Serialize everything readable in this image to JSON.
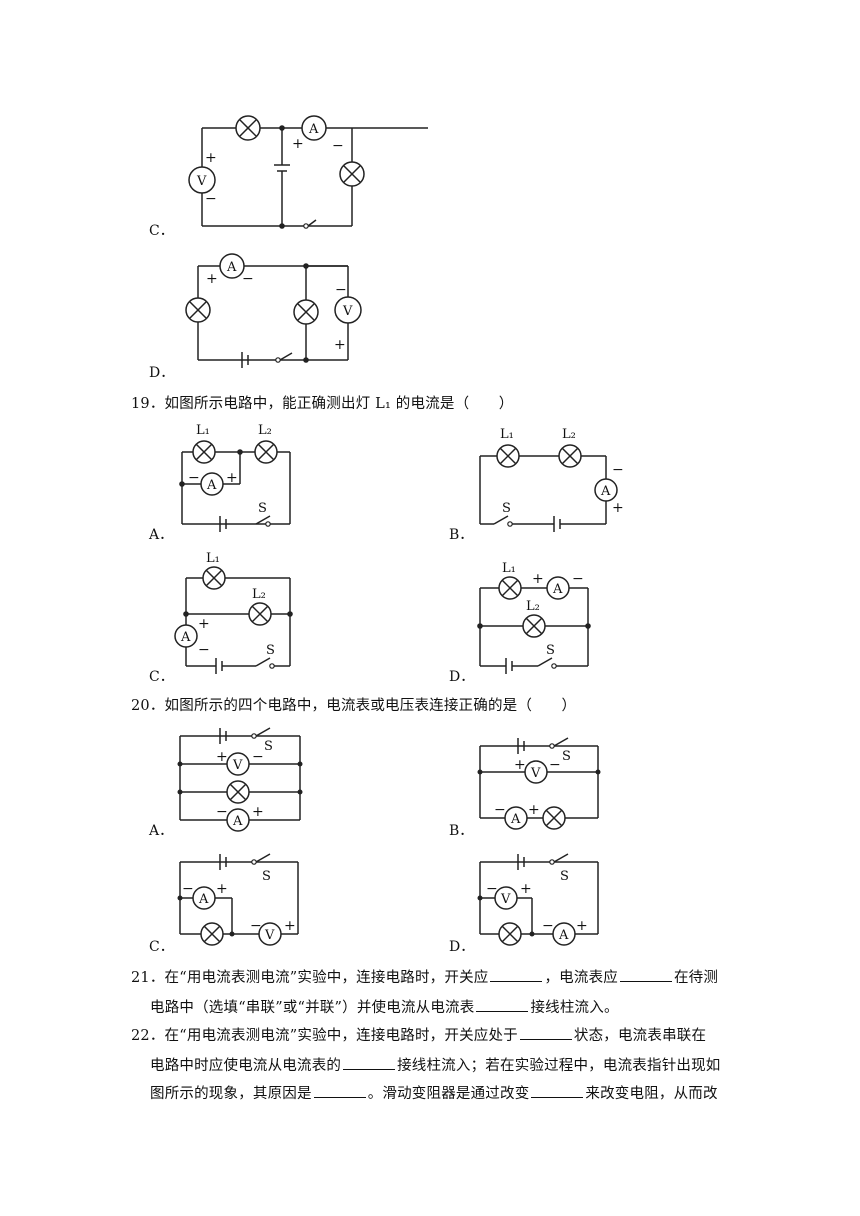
{
  "q18": {
    "options": [
      "C．",
      "D．"
    ]
  },
  "q19": {
    "text": "19．如图所示电路中，能正确测出灯 L₁ 的电流是（　　）",
    "options": [
      "A．",
      "B．",
      "C．",
      "D．"
    ],
    "labels": {
      "l1": "L₁",
      "l2": "L₂",
      "s": "S",
      "a": "A",
      "v": "V",
      "plus": "+",
      "minus": "−"
    }
  },
  "q20": {
    "text": "20．如图所示的四个电路中，电流表或电压表连接正确的是（　　）",
    "options": [
      "A．",
      "B．",
      "C．",
      "D．"
    ]
  },
  "q21": {
    "line1_a": "21．在“用电流表测电流”实验中，连接电路时，开关应",
    "line1_b": "，电流表应",
    "line1_c": "在待测",
    "line2_a": "电路中（选填“串联”或“并联”）并使电流从电流表",
    "line2_b": "接线柱流入。"
  },
  "q22": {
    "line1_a": "22．在“用电流表测电流”实验中，连接电路时，开关应处于",
    "line1_b": "状态，电流表串联在",
    "line2_a": "电路中时应使电流从电流表的",
    "line2_b": "接线柱流入；若在实验过程中，电流表指针出现如",
    "line3_a": "图所示的现象，其原因是",
    "line3_b": "。滑动变阻器是通过改变",
    "line3_c": "来改变电阻，从而改"
  }
}
